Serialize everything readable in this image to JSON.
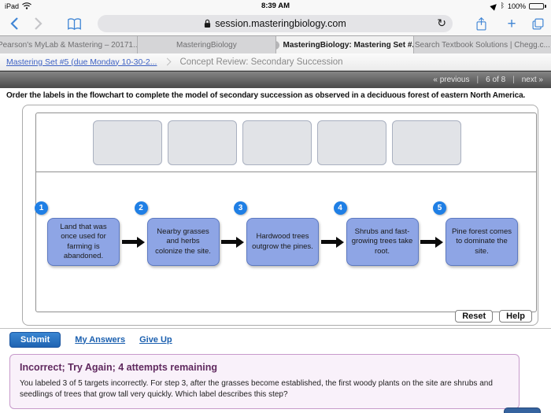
{
  "status_bar": {
    "carrier": "iPad",
    "time": "8:39 AM",
    "battery": "100%",
    "bluetooth_glyph": "ᛒ"
  },
  "browser": {
    "url": "session.masteringbiology.com",
    "refresh_glyph": "↻",
    "new_tab_glyph": "+",
    "tab_close_glyph": "✕",
    "tabs": [
      {
        "label": "Pearson's MyLab & Mastering – 20171..."
      },
      {
        "label": "MasteringBiology"
      },
      {
        "label": "MasteringBiology: Mastering Set #..."
      },
      {
        "label": "Search Textbook Solutions | Chegg.c..."
      }
    ]
  },
  "breadcrumb": {
    "link": "Mastering Set #5 (due Monday 10-30-2...",
    "current": "Concept Review: Secondary Succession"
  },
  "pager": {
    "previous": "« previous",
    "position": "6 of 8",
    "next": "next »",
    "sep": "|"
  },
  "question": {
    "instruction": "Order the labels in the flowchart to complete the model of secondary succession as observed in a deciduous forest of eastern North America."
  },
  "flowchart": {
    "steps": [
      {
        "number": "1",
        "label": "Land that was once used for farming is abandoned."
      },
      {
        "number": "2",
        "label": "Nearby grasses and herbs colonize the site."
      },
      {
        "number": "3",
        "label": "Hardwood trees outgrow the pines."
      },
      {
        "number": "4",
        "label": "Shrubs and fast-growing trees take root."
      },
      {
        "number": "5",
        "label": "Pine forest comes to dominate the site."
      }
    ],
    "reset_label": "Reset",
    "help_label": "Help"
  },
  "actions": {
    "submit": "Submit",
    "my_answers": "My Answers",
    "give_up": "Give Up"
  },
  "feedback": {
    "title": "Incorrect; Try Again; 4 attempts remaining",
    "body": "You labeled 3 of 5 targets incorrectly. For step 3, after the grasses become established, the first woody plants on the site are shrubs and seedlings of trees that grow tall very quickly. Which label describes this step?"
  },
  "colors": {
    "step_box_fill": "#8EA5E5",
    "step_box_border": "#5C79C0",
    "step_number_blue": "#1F7FE5",
    "drop_target_fill": "#E1E3E7",
    "submit_blue": "#2272C3",
    "feedback_bg": "#F9F1FA",
    "feedback_border": "#C79ACB",
    "feedback_title": "#60295F",
    "safari_blue": "#4186D5",
    "pager_bar": "#4A4A4A"
  }
}
